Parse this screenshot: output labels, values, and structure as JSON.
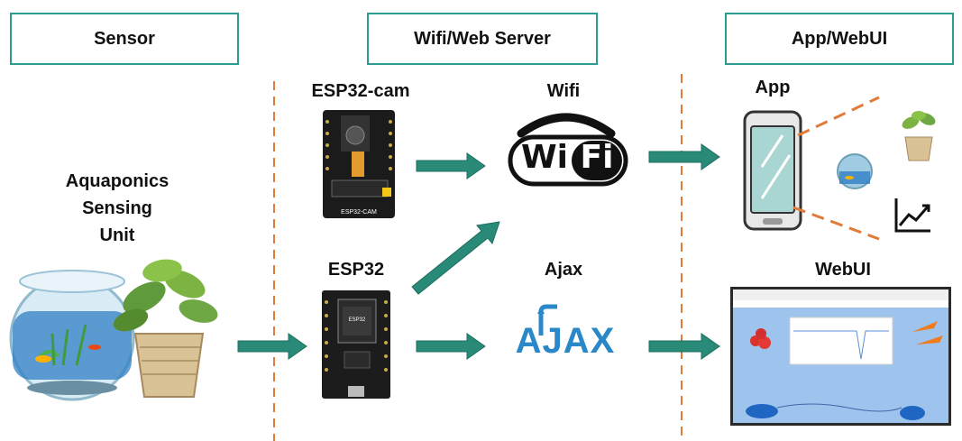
{
  "headers": {
    "sensor": "Sensor",
    "server": "Wifi/Web Server",
    "app": "App/WebUI"
  },
  "sensor": {
    "line1": "Aquaponics",
    "line2": "Sensing",
    "line3": "Unit"
  },
  "esp32cam": {
    "title": "ESP32-cam",
    "board_text": "ESP32-CAM"
  },
  "esp32": {
    "title": "ESP32",
    "chip_text": "ESP32"
  },
  "wifi": {
    "title": "Wifi",
    "logo_left": "Wi",
    "logo_right": "Fi"
  },
  "ajax": {
    "title": "Ajax",
    "logo": "AJAX"
  },
  "app": {
    "title": "App"
  },
  "webui": {
    "title": "WebUI"
  },
  "colors": {
    "accent": "#2a9d8f",
    "arrow": "#2a8a78",
    "divider": "#e07b39"
  }
}
